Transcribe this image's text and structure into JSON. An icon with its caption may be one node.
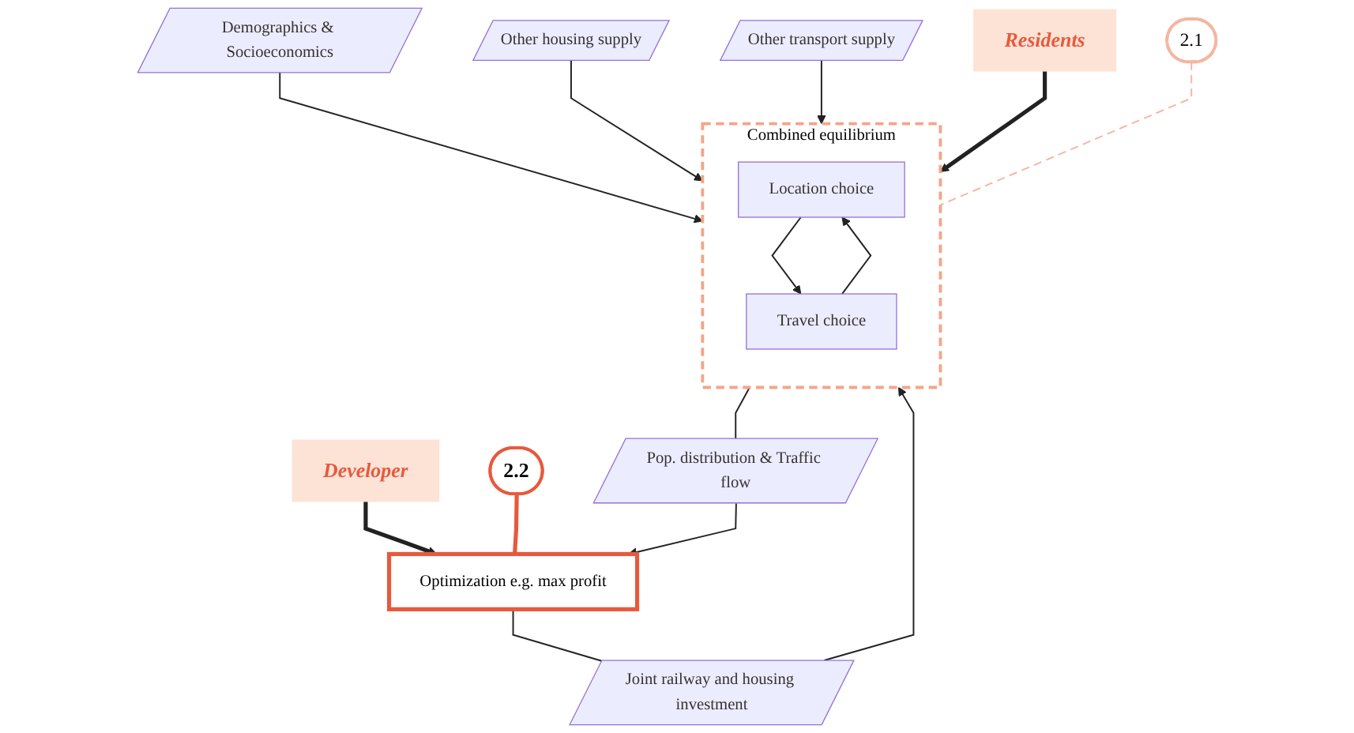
{
  "diagram": {
    "nodes": [
      {
        "text": [
          "Developer"
        ]
      },
      {
        "text": [
          "Optimization e.g. max profit"
        ]
      },
      {
        "text": [
          "2.2"
        ]
      },
      {
        "text": [
          "Pop. distribution & Traffic flow"
        ]
      },
      {
        "text": [
          "Joint railway and housing investment"
        ]
      },
      {
        "text": [
          "Demographics & Socioeconomics"
        ]
      },
      {
        "text": [
          "Other housing supply"
        ]
      },
      {
        "text": [
          "Other transport supply"
        ]
      },
      {
        "text": [
          "Combined equilibrium"
        ]
      },
      {
        "text": [
          "Location choice"
        ],
        "in": 8
      },
      {
        "text": [
          "Travel choice"
        ],
        "in": 8
      },
      {
        "text": [
          "Residents"
        ]
      },
      {
        "text": [
          "2.1"
        ]
      }
    ],
    "edges": [
      {
        "from": 0,
        "to": 1,
        "arrow": "to",
        "style": "thick"
      },
      {
        "from": 2,
        "to": 1,
        "arrow": "none",
        "style": "thick",
        "color": "#e8593c"
      },
      {
        "from": 8,
        "to": 3,
        "arrow": "none"
      },
      {
        "from": 3,
        "to": 1,
        "arrow": "to"
      },
      {
        "from": 1,
        "to": 4,
        "arrow": "none"
      },
      {
        "from": 4,
        "to": 8,
        "arrow": "to"
      },
      {
        "from": 5,
        "to": 8,
        "arrow": "to"
      },
      {
        "from": 6,
        "to": 8,
        "arrow": "to"
      },
      {
        "from": 7,
        "to": 8,
        "arrow": "to"
      },
      {
        "from": 11,
        "to": 8,
        "arrow": "to",
        "style": "thick"
      },
      {
        "from": 9,
        "to": 10,
        "arrow": "to"
      },
      {
        "from": 10,
        "to": 9,
        "arrow": "to"
      },
      {
        "from": 12,
        "to": 8,
        "arrow": "none",
        "style": "dashed",
        "color": "#f4b6a0"
      }
    ]
  }
}
